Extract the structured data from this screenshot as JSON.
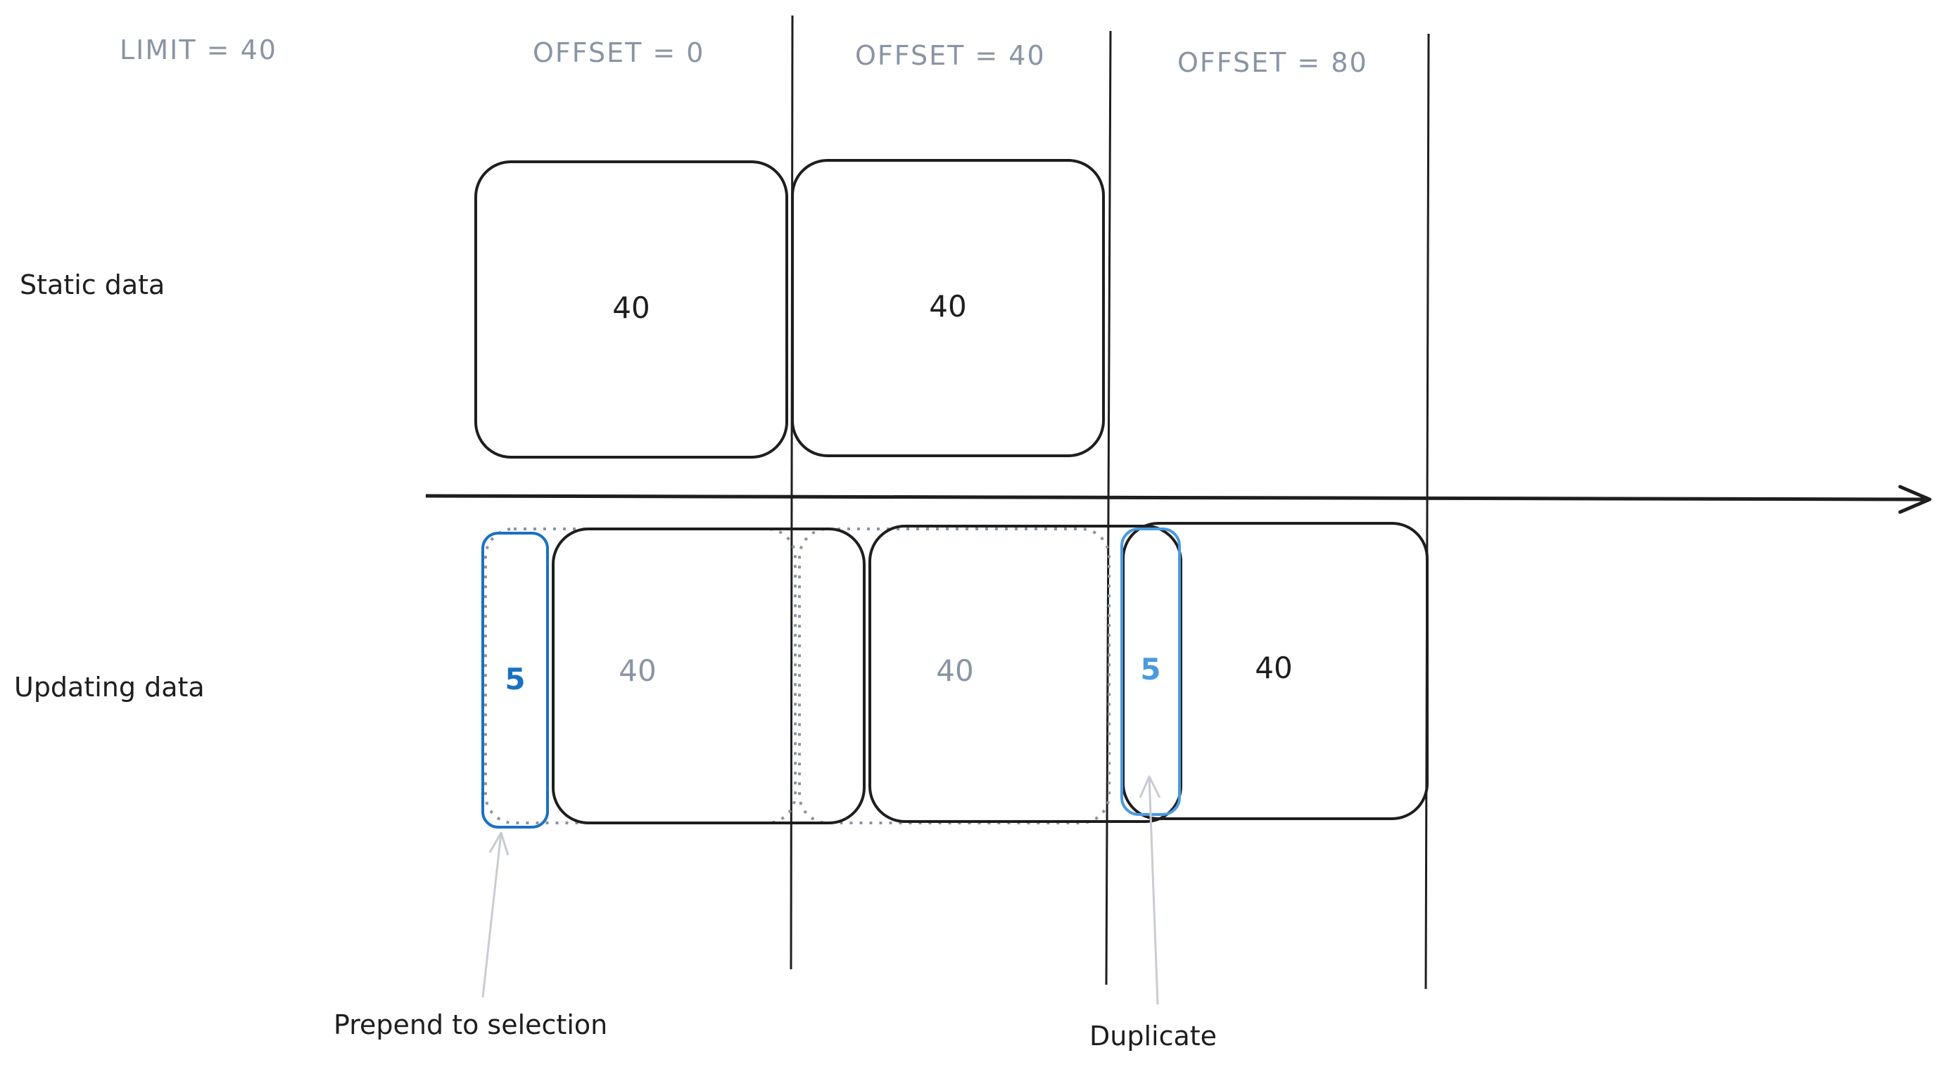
{
  "header": {
    "limit_label": "LIMIT = 40",
    "offset_labels": [
      "OFFSET = 0",
      "OFFSET = 40",
      "OFFSET = 80"
    ]
  },
  "rows": {
    "static_label": "Static data",
    "updating_label": "Updating data"
  },
  "static_blocks": [
    "40",
    "40"
  ],
  "updating": {
    "prepend_count": "5",
    "shifted_blocks": [
      "40",
      "40"
    ],
    "duplicate_count": "5",
    "current_block": "40"
  },
  "annotations": {
    "prepend": "Prepend to selection",
    "duplicate": "Duplicate"
  },
  "colors": {
    "ink": "#1e1e1e",
    "muted": "#8a94a3",
    "prepend_blue": "#1971c2",
    "duplicate_blue": "#4a9be0",
    "pointer": "#c8ccd2"
  }
}
